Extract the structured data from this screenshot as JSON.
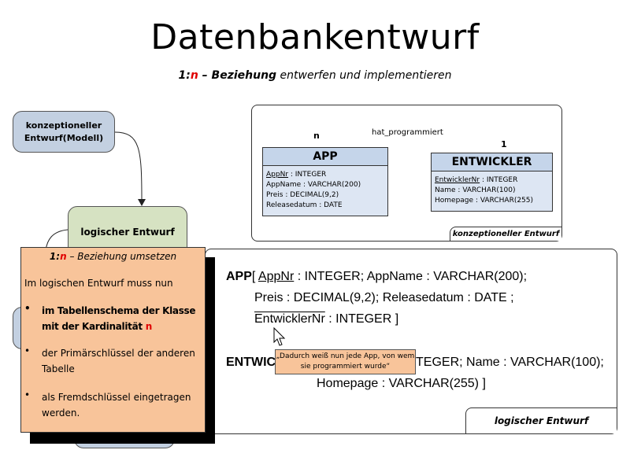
{
  "title": "Datenbankentwurf",
  "subtitle": {
    "one": "1:",
    "n": "n",
    "dash_bold": " – Beziehung",
    "rest": " entwerfen und implementieren"
  },
  "flow": {
    "konzeptionell": "konzeptioneller Entwurf(Modell)",
    "logisch": "logischer Entwurf"
  },
  "konzeptionell_panel": {
    "tab_label": "konzeptioneller Entwurf",
    "relation_label": "hat_programmiert",
    "card_app": "n",
    "card_dev": "1",
    "entities": [
      {
        "name": "APP",
        "attributes": [
          {
            "name": "AppNr",
            "type": " : INTEGER",
            "key": true
          },
          {
            "name": "AppName",
            "type": " : VARCHAR(200)",
            "key": false
          },
          {
            "name": "Preis",
            "type": " : DECIMAL(9,2)",
            "key": false
          },
          {
            "name": "Releasedatum",
            "type": " : DATE",
            "key": false
          }
        ]
      },
      {
        "name": "ENTWICKLER",
        "attributes": [
          {
            "name": "EntwicklerNr",
            "type": " : INTEGER",
            "key": true
          },
          {
            "name": "Name",
            "type": " : VARCHAR(100)",
            "key": false
          },
          {
            "name": "Homepage",
            "type": " : VARCHAR(255)",
            "key": false
          }
        ]
      }
    ]
  },
  "logisch_panel": {
    "tab_label": "logischer Entwurf",
    "app": {
      "name": "APP",
      "open": "[ ",
      "pk": "AppNr",
      "line1_rest": " : INTEGER; AppName : VARCHAR(200);",
      "line2": "Preis : DECIMAL(9,2); Releasedatum : DATE ;",
      "fk": "EntwicklerNr",
      "line3_rest": " : INTEGER ]"
    },
    "entwickler": {
      "name_visible": "ENTWIC",
      "line1_visible_rest": "TEGER; Name : VARCHAR(100);",
      "line2": "Homepage : VARCHAR(255) ]"
    }
  },
  "callout": {
    "title_one": "1:",
    "title_n": "n",
    "title_rest": " – Beziehung umsetzen",
    "intro": "Im logischen Entwurf muss nun",
    "bullets": [
      {
        "text": "im Tabellenschema der Klasse mit der Kardinalität ",
        "highlight": "n"
      },
      {
        "text": "der Primärschlüssel der anderen Tabelle"
      },
      {
        "text": "als Fremdschlüssel eingetragen werden."
      }
    ],
    "bullet_glyph": "•"
  },
  "tooltip": {
    "text": "„Dadurch weiß nun jede App, von wem sie programmiert wurde“"
  },
  "colors": {
    "accent_red": "#e00000",
    "callout_bg": "#f8c49a",
    "entity_head": "#c5d5ea",
    "entity_body": "#dde6f3",
    "flow_blue": "#c3d0e1",
    "flow_green": "#d6e2c2"
  }
}
